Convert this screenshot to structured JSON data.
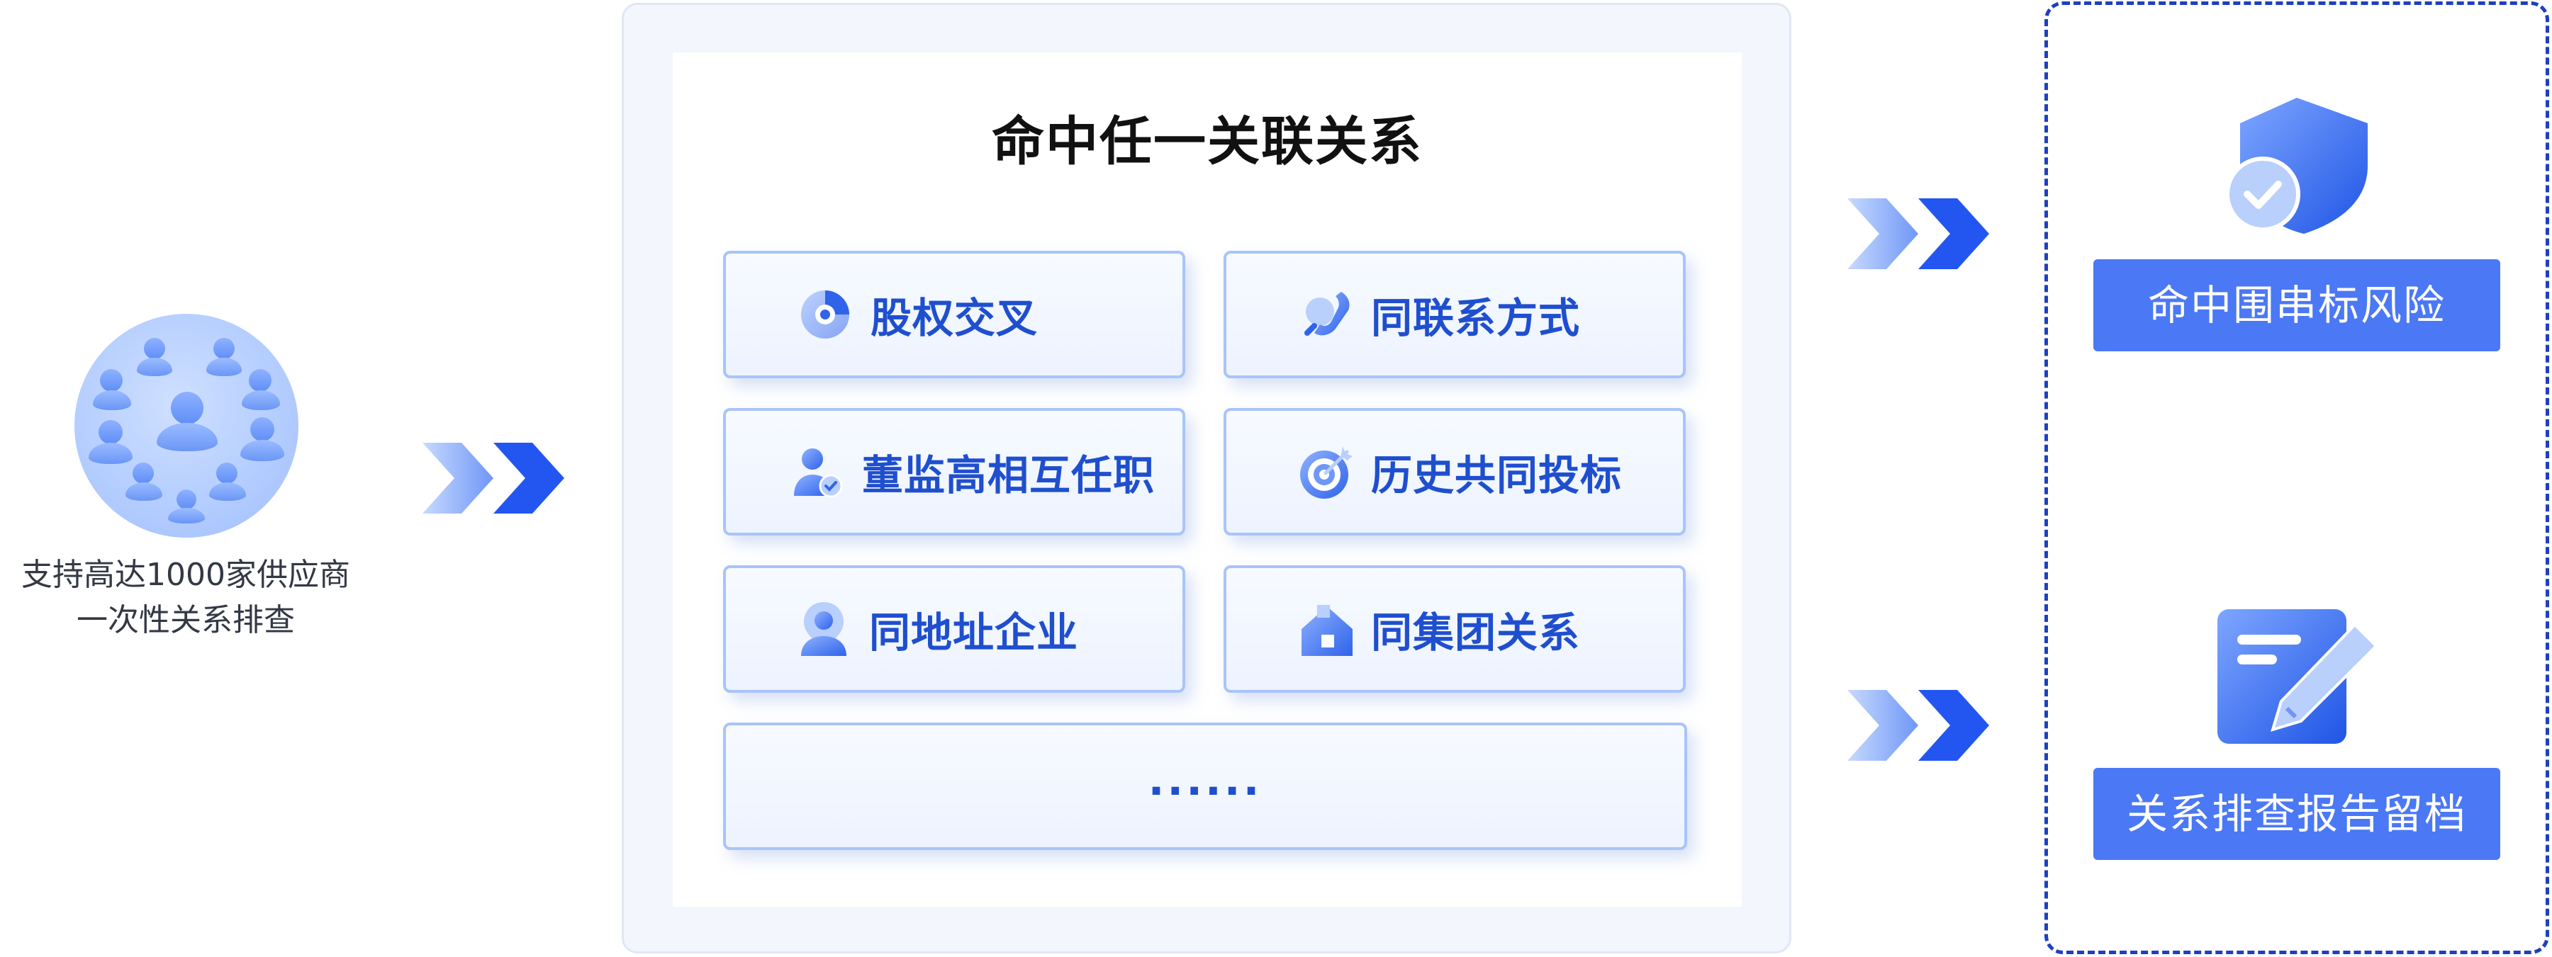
{
  "left": {
    "caption_line1": "支持高达1000家供应商",
    "caption_line2": "一次性关系排查"
  },
  "panel": {
    "title": "命中任一关联关系",
    "cards": [
      {
        "label": "股权交叉",
        "icon": "pie-chart-icon"
      },
      {
        "label": "同联系方式",
        "icon": "phone-icon"
      },
      {
        "label": "董监高相互任职",
        "icon": "person-check-icon"
      },
      {
        "label": "历史共同投标",
        "icon": "target-icon"
      },
      {
        "label": "同地址企业",
        "icon": "location-person-icon"
      },
      {
        "label": "同集团关系",
        "icon": "building-icon"
      }
    ],
    "more_label": "......"
  },
  "right": {
    "top_button": "命中围串标风险",
    "top_icon": "shield-check-icon",
    "bottom_button": "关系排查报告留档",
    "bottom_icon": "report-edit-icon"
  },
  "colors": {
    "accent": "#4b78f5",
    "card_border": "#a9c4fa",
    "card_text": "#1f4fcf",
    "dashed_border": "#1f3fbf",
    "arrow_light": "#a9c4fa",
    "arrow_dark": "#2356f0"
  }
}
